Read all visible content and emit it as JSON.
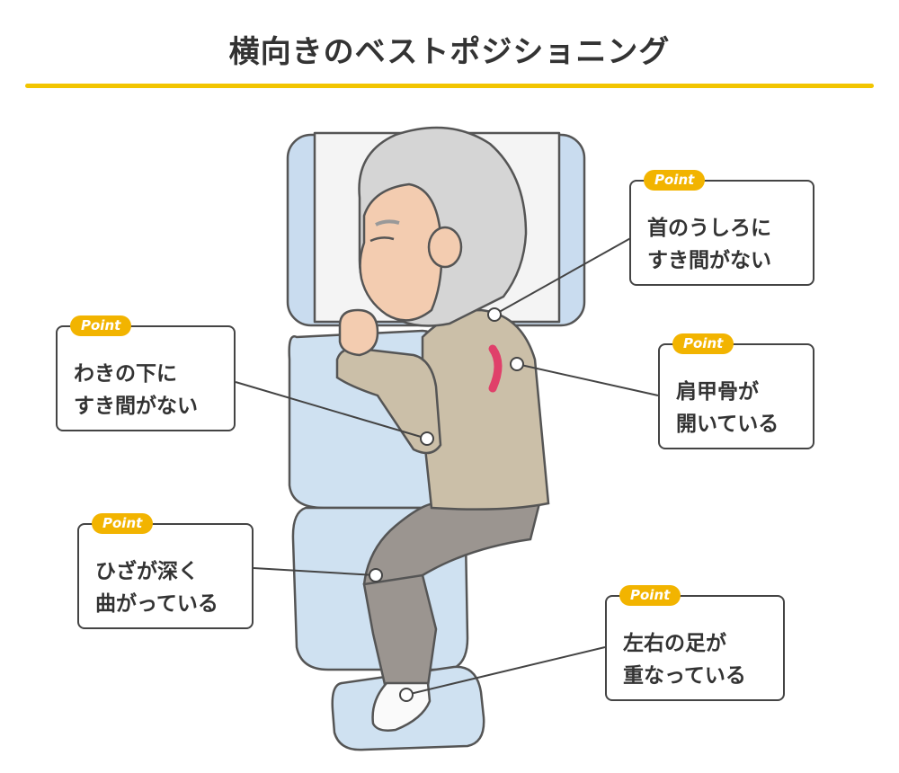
{
  "title": "横向きのベストポジショニング",
  "colors": {
    "accent": "#f2c500",
    "badge": "#f2b400",
    "pillow": "#c9dcef",
    "cushion": "#cfe1f1",
    "sweater": "#cbbfa8",
    "pants": "#9b9590",
    "hair": "#d5d5d5",
    "skin": "#f3ccb0",
    "highlight": "#e0406a"
  },
  "callouts": [
    {
      "badge": "Point",
      "text": "首のうしろに\nすき間がない"
    },
    {
      "badge": "Point",
      "text": "わきの下に\nすき間がない"
    },
    {
      "badge": "Point",
      "text": "肩甲骨が\n開いている"
    },
    {
      "badge": "Point",
      "text": "ひざが深く\n曲がっている"
    },
    {
      "badge": "Point",
      "text": "左右の足が\n重なっている"
    }
  ]
}
